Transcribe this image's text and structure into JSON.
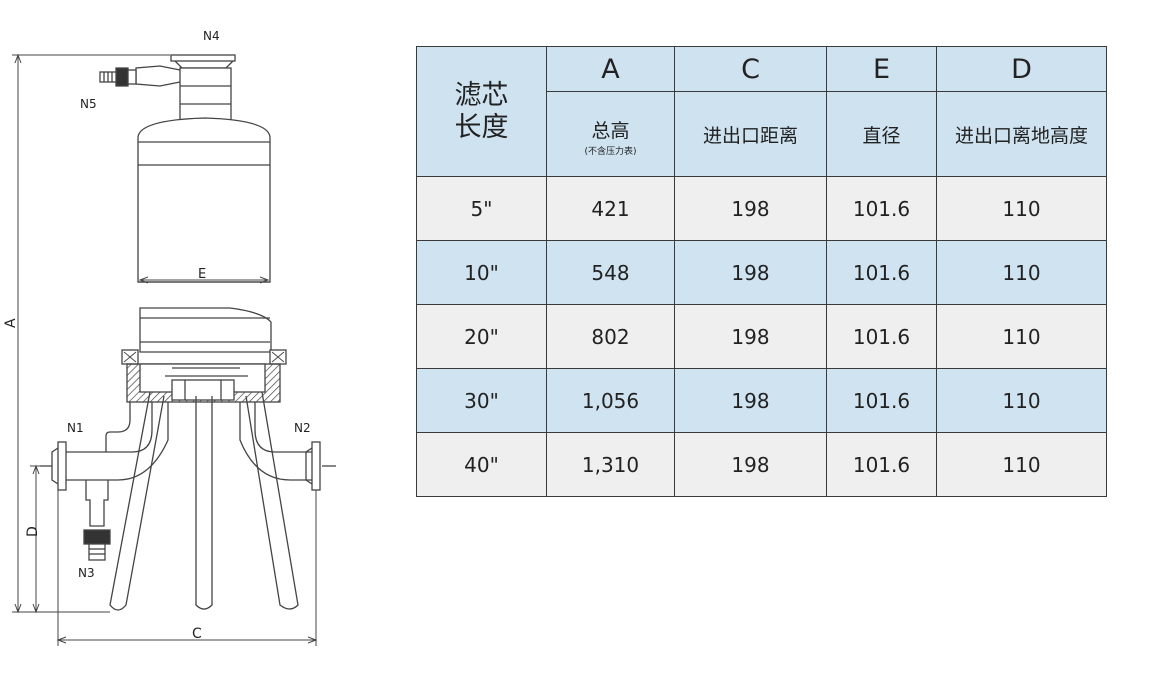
{
  "drawing": {
    "labels": {
      "n4": "N4",
      "n5": "N5",
      "n1": "N1",
      "n2": "N2",
      "n3": "N3",
      "dim_a": "A",
      "dim_c": "C",
      "dim_d": "D",
      "dim_e": "E"
    }
  },
  "table": {
    "corner_line1": "滤芯",
    "corner_line2": "长度",
    "columns": [
      {
        "letter": "A",
        "name": "总高",
        "note": "(不含压力表)"
      },
      {
        "letter": "C",
        "name": "进出口距离"
      },
      {
        "letter": "E",
        "name": "直径"
      },
      {
        "letter": "D",
        "name": "进出口离地高度"
      }
    ],
    "rows": [
      {
        "length": "5\"",
        "a": "421",
        "c": "198",
        "e": "101.6",
        "d": "110"
      },
      {
        "length": "10\"",
        "a": "548",
        "c": "198",
        "e": "101.6",
        "d": "110"
      },
      {
        "length": "20\"",
        "a": "802",
        "c": "198",
        "e": "101.6",
        "d": "110"
      },
      {
        "length": "30\"",
        "a": "1,056",
        "c": "198",
        "e": "101.6",
        "d": "110"
      },
      {
        "length": "40\"",
        "a": "1,310",
        "c": "198",
        "e": "101.6",
        "d": "110"
      }
    ]
  }
}
